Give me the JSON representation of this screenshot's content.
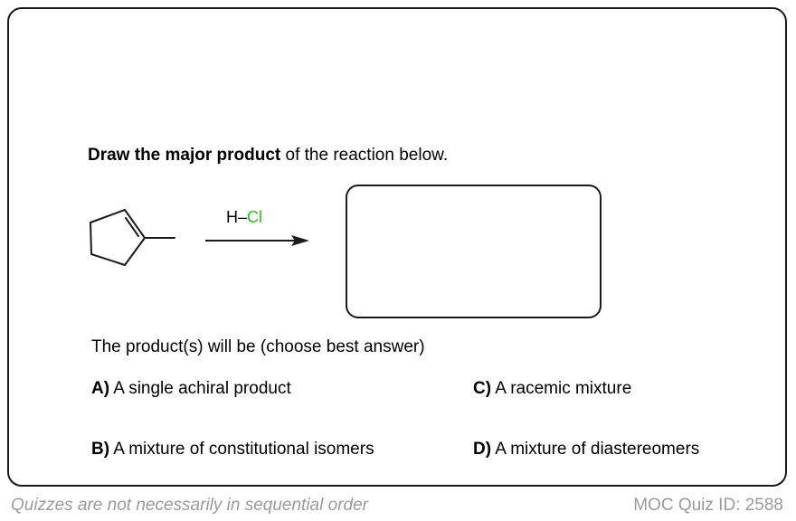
{
  "prompt": {
    "bold": "Draw the major product",
    "rest": " of the reaction below."
  },
  "reaction": {
    "reagent_h": "H",
    "reagent_dash": "–",
    "reagent_cl": "Cl",
    "reagent_cl_color": "#22c11a",
    "starting_material_icon": "1-methylcyclopentene-structure"
  },
  "question": "The product(s) will be (choose best answer)",
  "options": [
    {
      "letter": "A)",
      "text": " A single achiral product"
    },
    {
      "letter": "B)",
      "text": " A mixture of constitutional isomers"
    },
    {
      "letter": "C)",
      "text": " A racemic mixture"
    },
    {
      "letter": "D)",
      "text": " A mixture of diastereomers"
    }
  ],
  "footer": {
    "note": "Quizzes are not necessarily in sequential order",
    "quiz_id": "MOC Quiz ID: 2588"
  }
}
